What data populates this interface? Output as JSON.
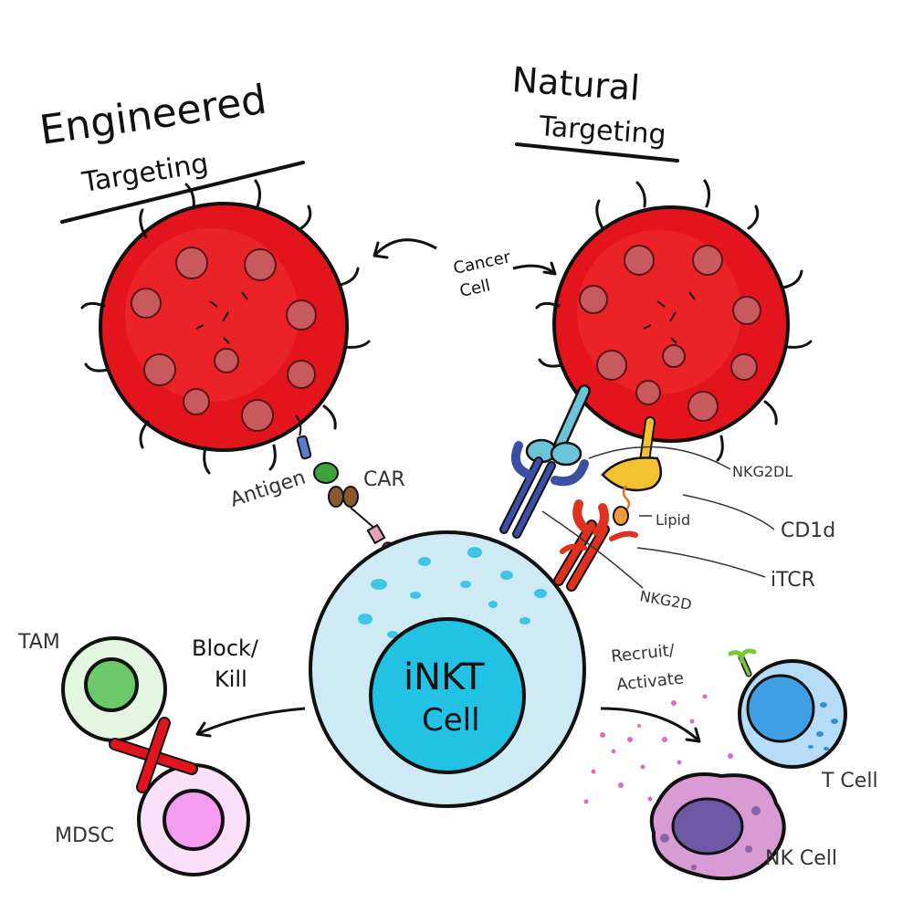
{
  "headings": {
    "engineered_line1": "Engineered",
    "engineered_line2": "Targeting",
    "natural_line1": "Natural",
    "natural_line2": "Targeting"
  },
  "labels": {
    "cancer_cell_line1": "Cancer",
    "cancer_cell_line2": "Cell",
    "antigen": "Antigen",
    "car": "CAR",
    "nkg2dl": "NKG2DL",
    "cd1d": "CD1d",
    "lipid": "Lipid",
    "itcr": "iTCR",
    "nkg2d": "NKG2D",
    "inkt_line1": "iNKT",
    "inkt_line2": "Cell",
    "tam": "TAM",
    "mdsc": "MDSC",
    "block_line1": "Block/",
    "block_line2": "Kill",
    "recruit_line1": "Recruit/",
    "recruit_line2": "Activate",
    "t_cell": "T Cell",
    "nk_cell": "NK Cell"
  },
  "colors": {
    "cancer_red": "#e4141c",
    "cancer_dark": "#a30d12",
    "cancer_spot": "#c85a5f",
    "inkt_outer": "#cdeaf5",
    "inkt_nucleus": "#22c2e4",
    "inkt_dots": "#3fc4e6",
    "tam_outer": "#e3f6e0",
    "tam_nucleus": "#6cc96a",
    "mdsc_outer": "#fae0f8",
    "mdsc_nucleus": "#f39cf0",
    "cross_red": "#e0141c",
    "tcell_outer": "#b7dcf7",
    "tcell_nucleus": "#3e9fe3",
    "nk_outer": "#d89bd3",
    "nk_nucleus": "#6c58a4",
    "cytokine_dots": "#e06bbd"
  }
}
